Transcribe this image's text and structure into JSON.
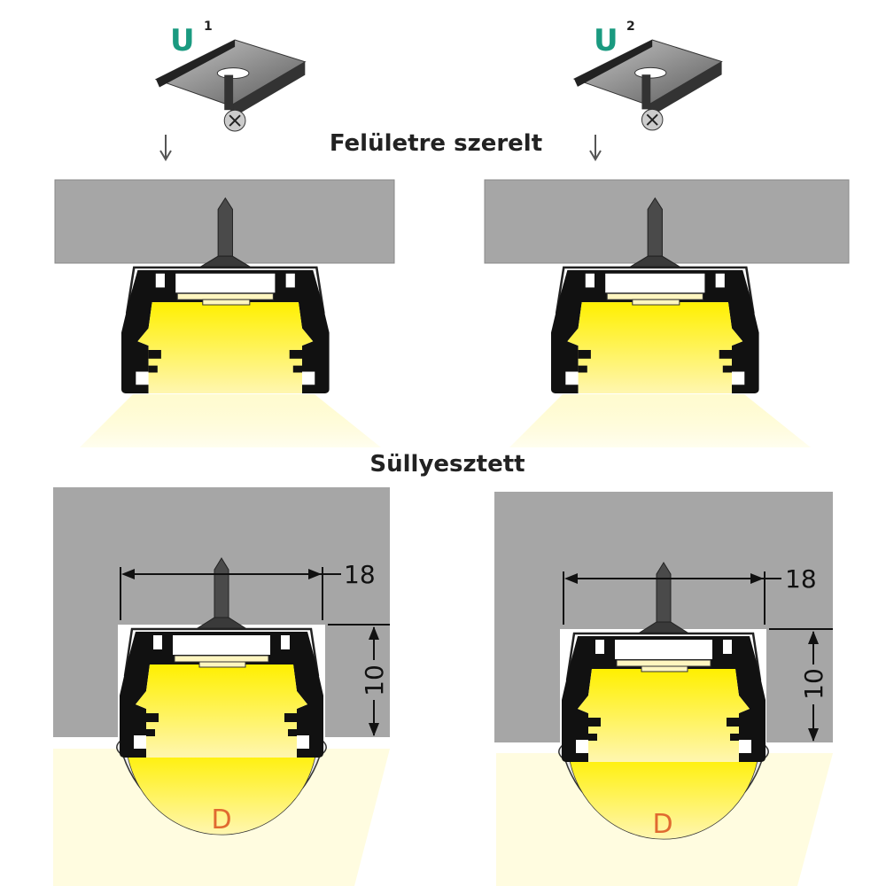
{
  "sections": {
    "surface_mounted": "Felületre szerelt",
    "recessed": "Süllyesztett"
  },
  "clips": [
    {
      "letter": "U",
      "index": "1"
    },
    {
      "letter": "U",
      "index": "2"
    }
  ],
  "dimensions": {
    "width": "18",
    "height": "10"
  },
  "diffuser_label": "D",
  "colors": {
    "clip_label": "#1a9a80",
    "diffuser_label": "#e06a30",
    "ceiling": "#a6a6a6",
    "light": "#fff200"
  }
}
